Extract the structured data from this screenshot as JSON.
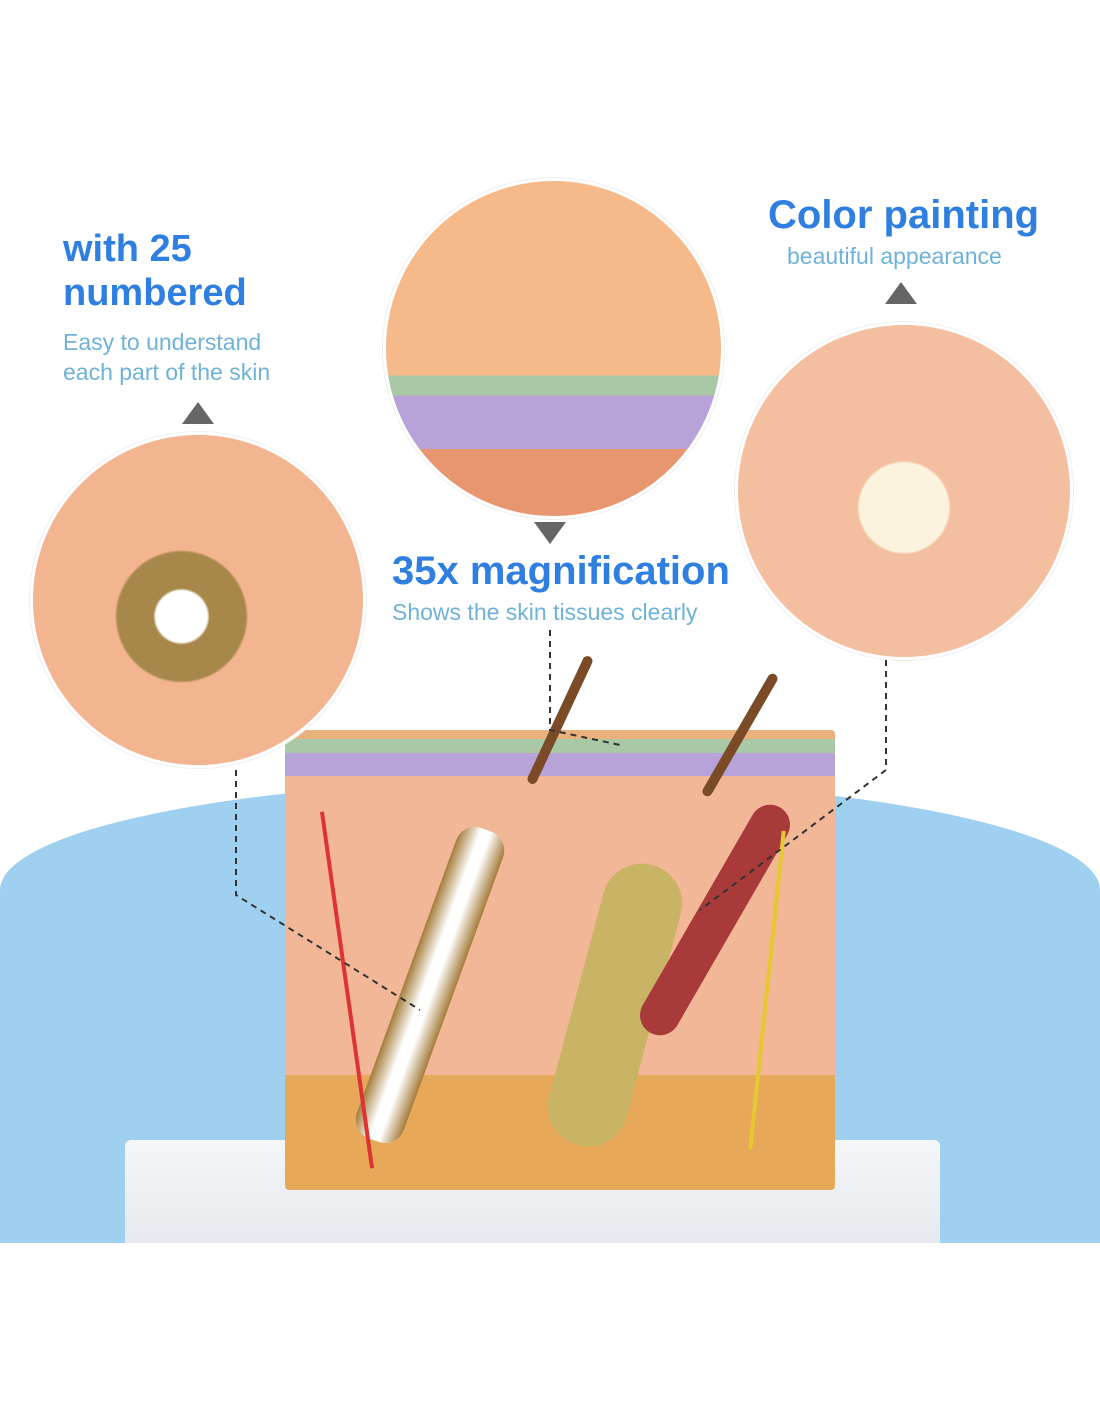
{
  "callouts": {
    "numbered": {
      "title": "with 25 numbered",
      "subtitle_line1": "Easy to understand",
      "subtitle_line2": "each part of the skin"
    },
    "magnification": {
      "title": "35x magnification",
      "subtitle": "Shows the skin tissues clearly"
    },
    "color": {
      "title": "Color painting",
      "subtitle": "beautiful appearance"
    }
  },
  "colors": {
    "title": "#2f7fe0",
    "subtitle": "#6fb2d8",
    "background": "#9fd0ef"
  }
}
